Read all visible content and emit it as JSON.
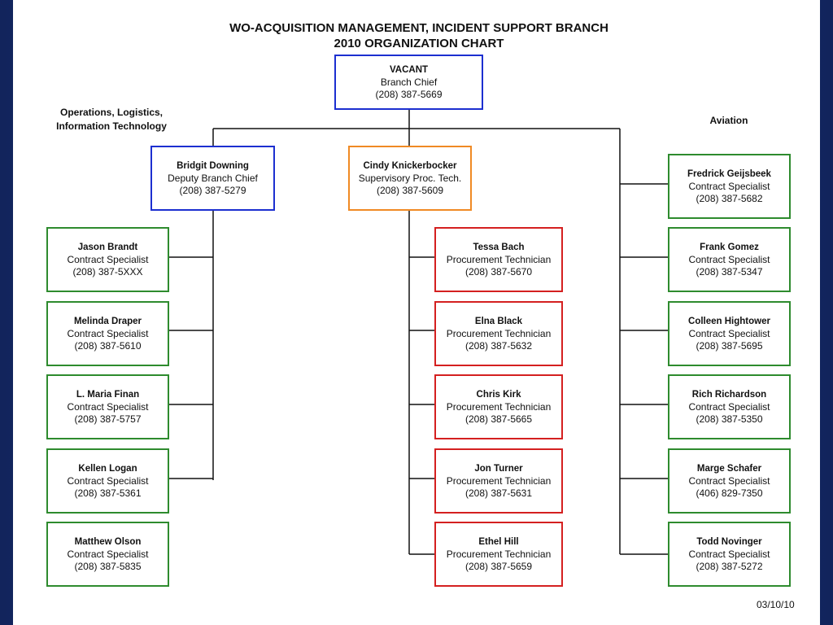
{
  "header": {
    "title_line1": "WO-ACQUISITION MANAGEMENT, INCIDENT SUPPORT BRANCH",
    "title_line2": "2010 ORGANIZATION CHART"
  },
  "sections": {
    "left_line1": "Operations, Logistics,",
    "left_line2": "Information Technology",
    "right": "Aviation"
  },
  "chief": {
    "name": "VACANT",
    "title": "Branch Chief",
    "phone": "(208) 387-5669"
  },
  "deputy": {
    "name": "Bridgit Downing",
    "title": "Deputy Branch Chief",
    "phone": "(208) 387-5279"
  },
  "supervisor": {
    "name": "Cindy Knickerbocker",
    "title": "Supervisory Proc. Tech.",
    "phone": "(208) 387-5609"
  },
  "left_staff": [
    {
      "name": "Jason Brandt",
      "title": "Contract Specialist",
      "phone": "(208) 387-5XXX"
    },
    {
      "name": "Melinda Draper",
      "title": "Contract Specialist",
      "phone": "(208) 387-5610"
    },
    {
      "name": "L. Maria Finan",
      "title": "Contract Specialist",
      "phone": "(208) 387-5757"
    },
    {
      "name": "Kellen Logan",
      "title": "Contract Specialist",
      "phone": "(208) 387-5361"
    },
    {
      "name": "Matthew Olson",
      "title": "Contract Specialist",
      "phone": "(208) 387-5835"
    }
  ],
  "middle_staff": [
    {
      "name": "Tessa Bach",
      "title": "Procurement Technician",
      "phone": "(208) 387-5670"
    },
    {
      "name": "Elna Black",
      "title": "Procurement Technician",
      "phone": "(208) 387-5632"
    },
    {
      "name": "Chris Kirk",
      "title": "Procurement Technician",
      "phone": "(208) 387-5665"
    },
    {
      "name": "Jon Turner",
      "title": "Procurement Technician",
      "phone": "(208) 387-5631"
    },
    {
      "name": "Ethel Hill",
      "title": "Procurement Technician",
      "phone": "(208) 387-5659"
    }
  ],
  "right_staff": [
    {
      "name": "Fredrick Geijsbeek",
      "title": "Contract Specialist",
      "phone": "(208) 387-5682"
    },
    {
      "name": "Frank Gomez",
      "title": "Contract Specialist",
      "phone": "(208) 387-5347"
    },
    {
      "name": "Colleen Hightower",
      "title": "Contract Specialist",
      "phone": "(208) 387-5695"
    },
    {
      "name": "Rich Richardson",
      "title": "Contract Specialist",
      "phone": "(208) 387-5350"
    },
    {
      "name": "Marge Schafer",
      "title": "Contract Specialist",
      "phone": "(406) 829-7350"
    },
    {
      "name": "Todd Novinger",
      "title": "Contract Specialist",
      "phone": "(208) 387-5272"
    }
  ],
  "footer": {
    "date": "03/10/10"
  }
}
